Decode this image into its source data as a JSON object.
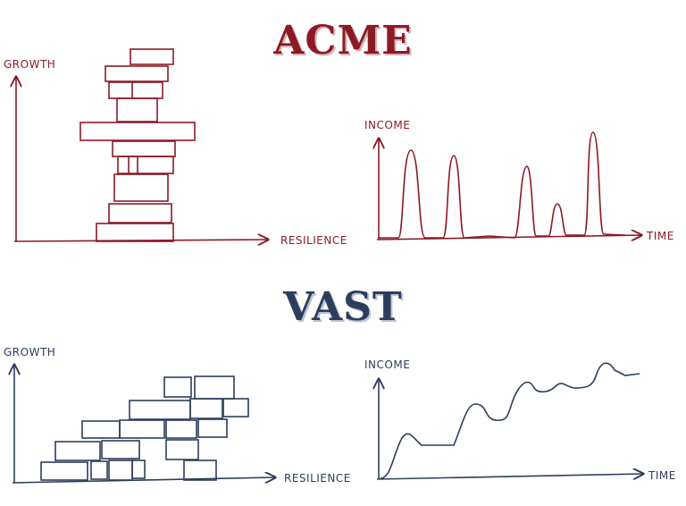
{
  "colors": {
    "acme": "#8b1a24",
    "vast": "#2c3e5b",
    "paper": "#ffffff"
  },
  "acme": {
    "title": "ACME",
    "left_chart": {
      "y_label": "GROWTH",
      "x_label": "RESILIENCE"
    },
    "right_chart": {
      "y_label": "INCOME",
      "x_label": "TIME"
    }
  },
  "vast": {
    "title": "VAST",
    "left_chart": {
      "y_label": "GROWTH",
      "x_label": "RESILIENCE"
    },
    "right_chart": {
      "y_label": "INCOME",
      "x_label": "TIME"
    }
  }
}
